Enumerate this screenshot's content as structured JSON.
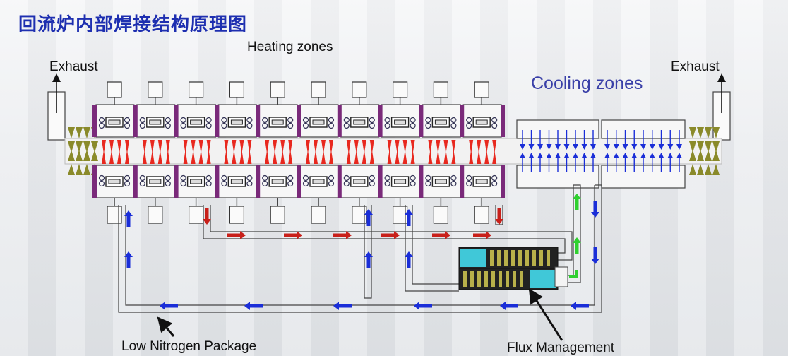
{
  "title": "回流炉内部焊接结构原理图",
  "labels": {
    "heating_zones": "Heating zones",
    "cooling_zones": "Cooling zones",
    "exhaust_left": "Exhaust",
    "exhaust_right": "Exhaust",
    "low_nitrogen": "Low Nitrogen Package",
    "flux": "Flux Management"
  },
  "heating_zone_count": 10,
  "cooling_zone_count": 2,
  "colors": {
    "title": "#1e2fb0",
    "heat_arrow": "#e8281e",
    "cool_arrow": "#1a2ed8",
    "flow_red": "#c8201a",
    "flow_blue": "#1a2ed8",
    "flow_green": "#2fd02f",
    "separator": "#7a2a7a",
    "seal": "#8a8a2a",
    "flux_cyan": "#40c8d8"
  },
  "icons": [
    "exhaust-arrow-icon",
    "heater-fan-icon",
    "flow-arrow-icon",
    "pointer-arrow-icon"
  ]
}
